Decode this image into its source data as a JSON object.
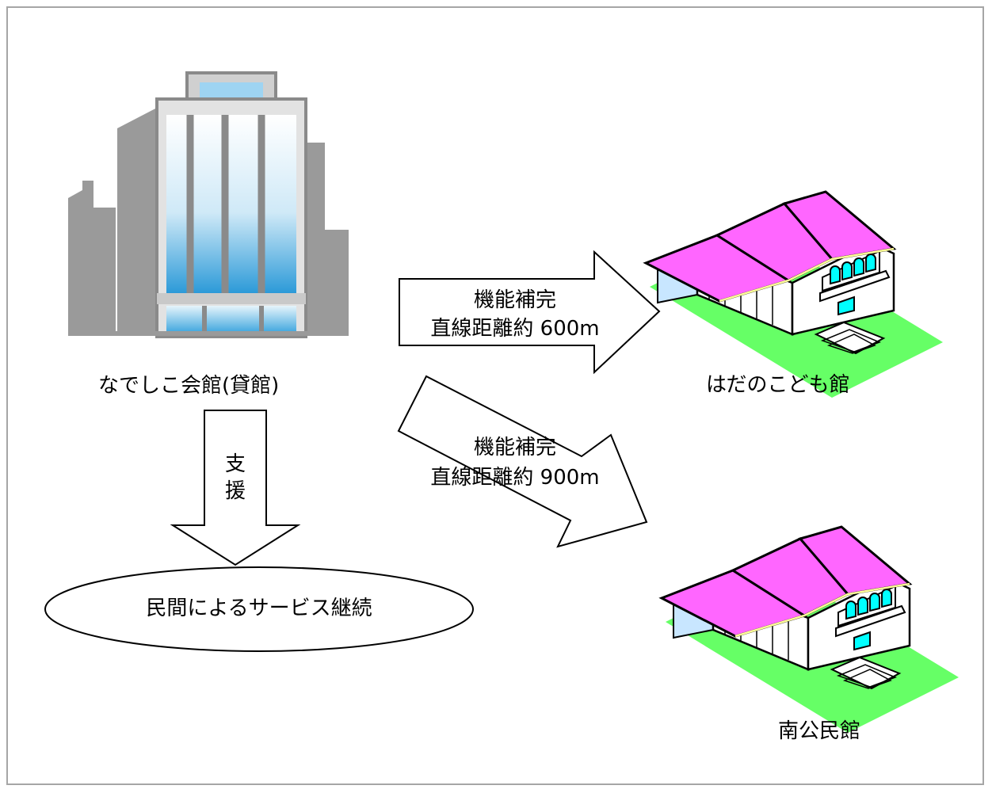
{
  "facilities": {
    "main": {
      "label": "なでしこ会館(貸館)",
      "icon": "office-building-icon"
    },
    "kodomo": {
      "label": "はだのこども館",
      "icon": "hall-building-icon"
    },
    "minami": {
      "label": "南公民館",
      "icon": "hall-building-icon"
    }
  },
  "arrows": {
    "kodomo": {
      "line1": "機能補完",
      "line2": "直線距離約 600m"
    },
    "minami": {
      "line1": "機能補完",
      "line2": "直線距離約 900m"
    },
    "support": {
      "line1": "支",
      "line2": "援"
    }
  },
  "result": {
    "label": "民間によるサービス継続"
  },
  "colors": {
    "roof": "#ff66ff",
    "lawn": "#66ff66",
    "window": "#00ffff",
    "wall": "#c8e6ff",
    "office_gray": "#9a9a9a",
    "glass_blue": "#3aa0dc"
  }
}
